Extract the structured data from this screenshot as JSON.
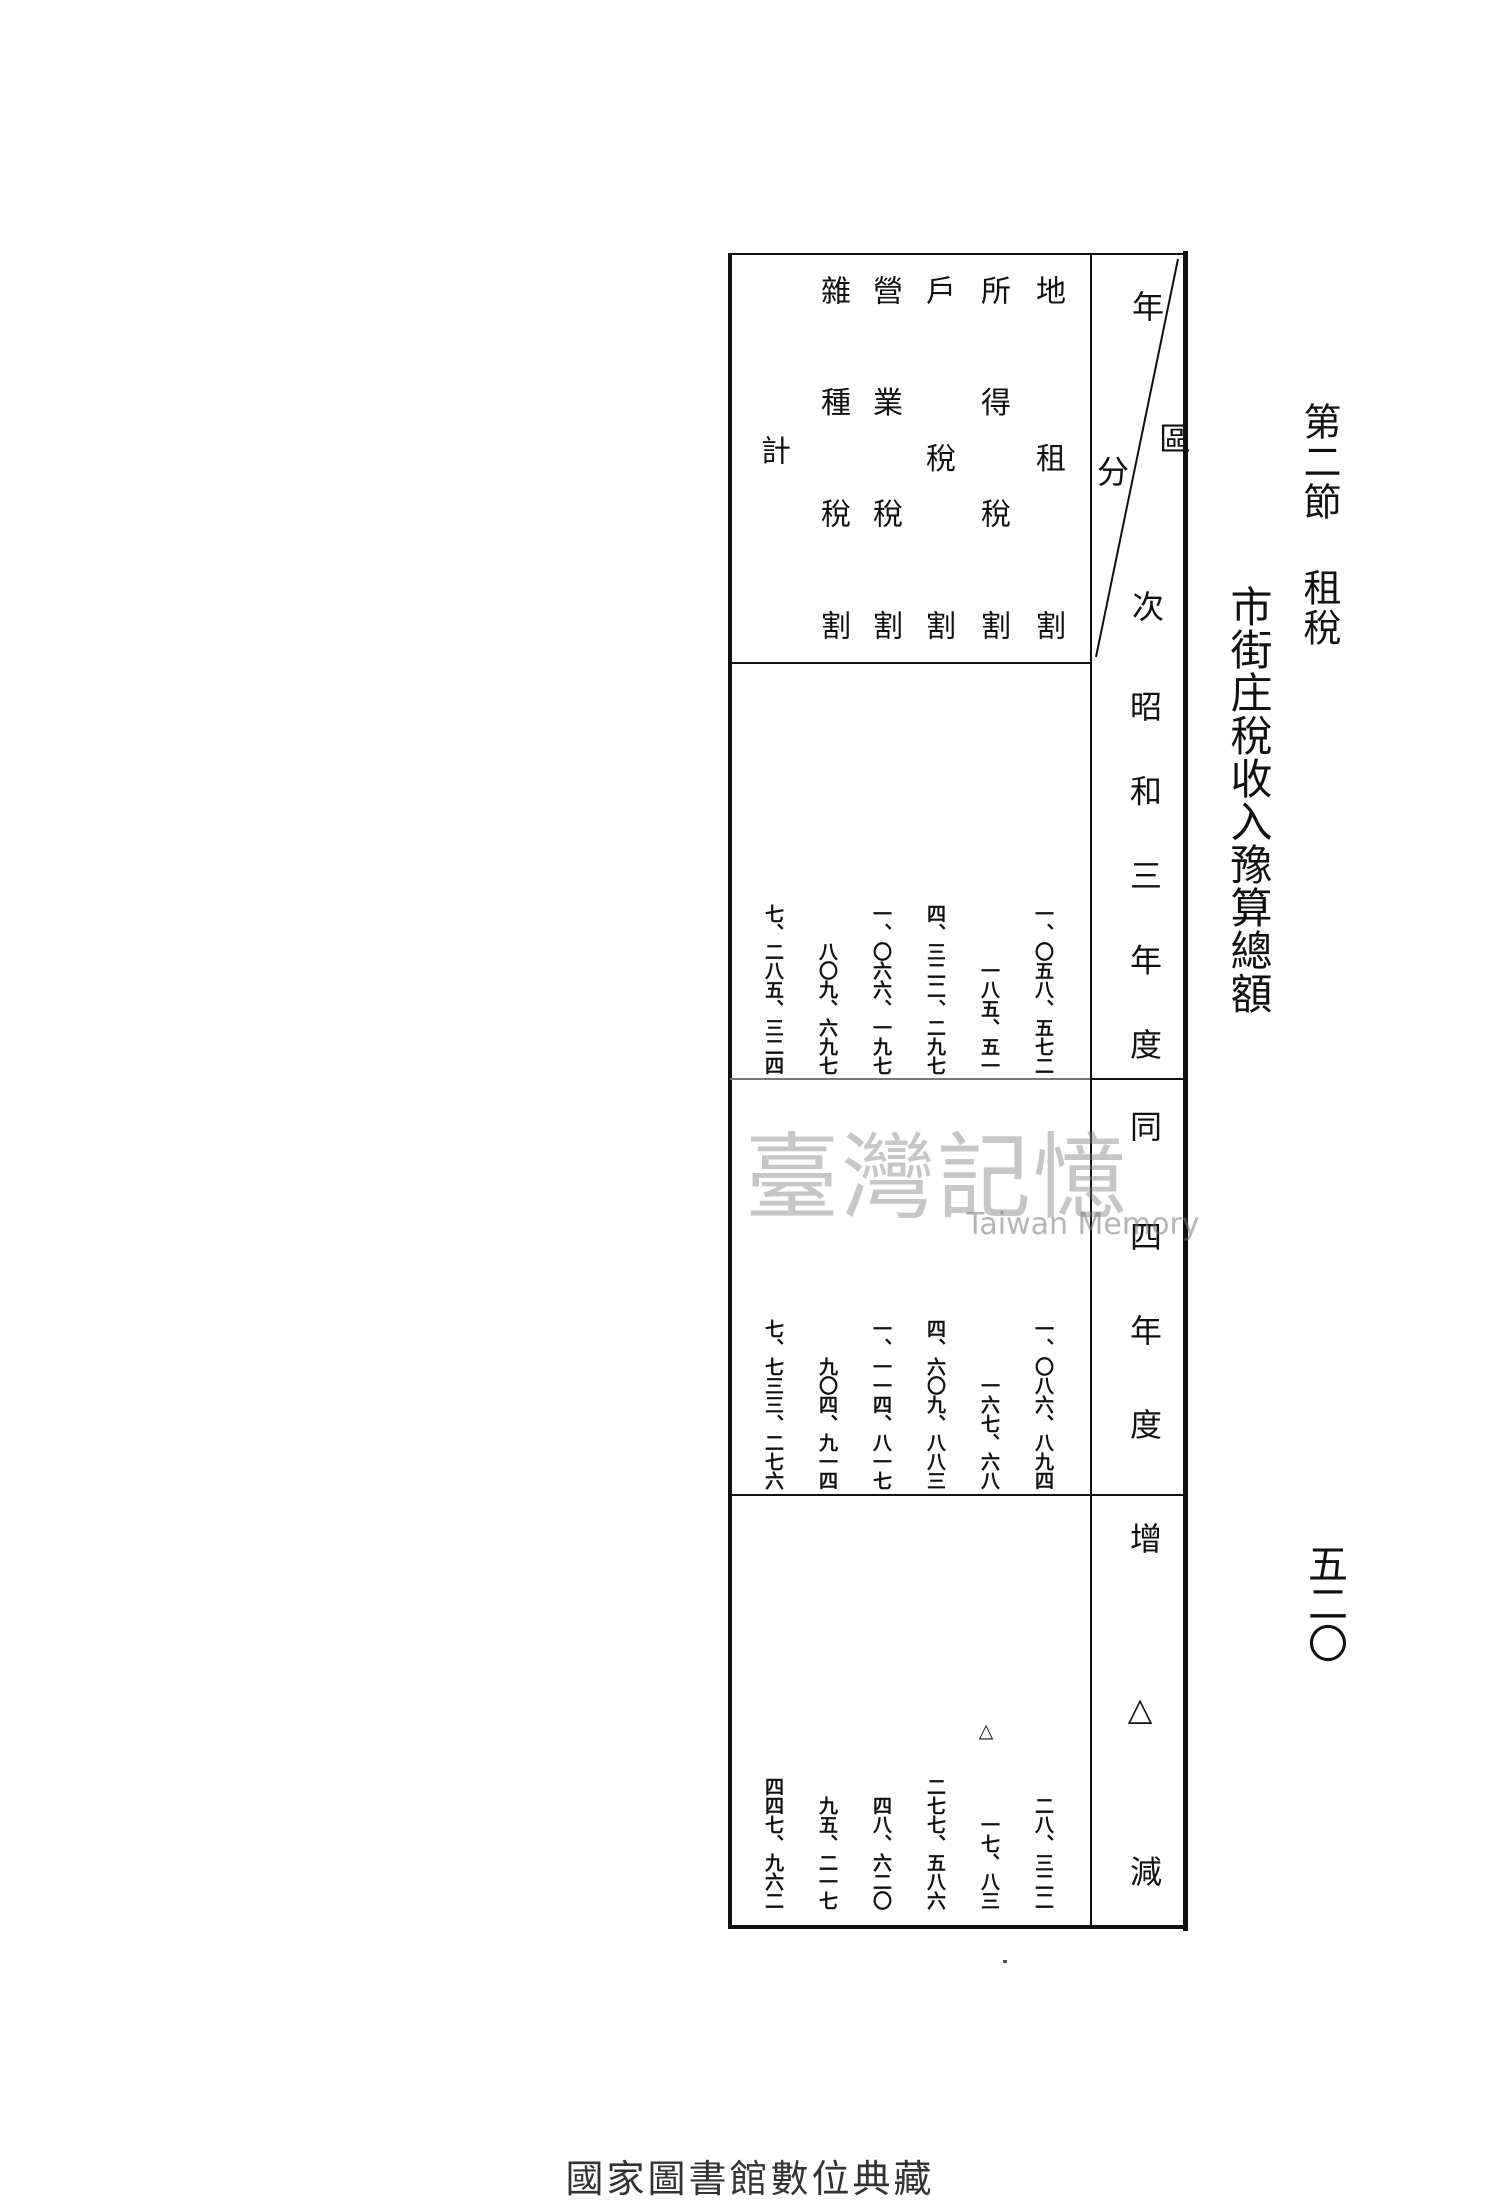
{
  "page": {
    "section_heading": "第二節 租稅",
    "page_number": "五二〇",
    "table_title": "市街庄稅收入豫算總額"
  },
  "table": {
    "corner": {
      "top": "年",
      "bottom": "次",
      "side": "分",
      "right": "區"
    },
    "periods": [
      "昭和三年度",
      "同",
      "四年度",
      "增",
      "△",
      "減"
    ],
    "rows": [
      {
        "label": "地租割",
        "y1928": "一、〇五八、五七二",
        "y1929": "一、〇八六、八九四",
        "change": "二八、三二二"
      },
      {
        "label": "所得稅割",
        "y1928": "一八五、五一",
        "y1929": "一六七、六八",
        "change": "一七、八三",
        "change_prefix": "△"
      },
      {
        "label": "戶稅割",
        "y1928": "四、三二二、二九七",
        "y1929": "四、六〇九、八八三",
        "change": "二七七、五八六"
      },
      {
        "label": "營業稅割",
        "y1928": "一、〇六六、一九七",
        "y1929": "一、一一四、八一七",
        "change": "四八、六二〇"
      },
      {
        "label": "雜種稅割",
        "y1928": "八〇九、六九七",
        "y1929": "九〇四、九一四",
        "change": "九五、二一七"
      },
      {
        "label": "計",
        "y1928": "七、二八五、三二四",
        "y1929": "七、七三三、二七六",
        "change": "四四七、九六二"
      }
    ]
  },
  "watermark": {
    "title": "臺灣記憶",
    "subtitle": "Taiwan Memory"
  },
  "footer": {
    "caption": "國家圖書館數位典藏"
  }
}
